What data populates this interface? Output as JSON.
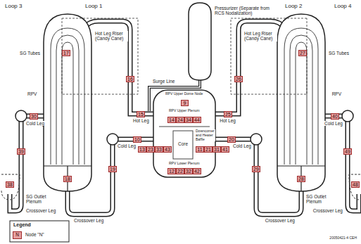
{
  "diagram": {
    "nodes": [
      {
        "text": [
          "17"
        ]
      },
      {
        "text": [
          "27"
        ]
      },
      {
        "text": [
          "16"
        ]
      },
      {
        "text": [
          "26"
        ]
      },
      {
        "text": [
          "9"
        ]
      },
      {
        "text": [
          "30"
        ]
      },
      {
        "text": [
          "15"
        ]
      },
      {
        "text": [
          "14"
        ]
      },
      {
        "text": [
          "24"
        ]
      },
      {
        "text": [
          "34"
        ]
      },
      {
        "text": [
          "44"
        ]
      },
      {
        "text": [
          "25"
        ]
      },
      {
        "text": [
          "40"
        ]
      },
      {
        "text": [
          "10"
        ]
      },
      {
        "text": [
          "20"
        ]
      },
      {
        "text": [
          "13"
        ]
      },
      {
        "text": [
          "23"
        ]
      },
      {
        "text": [
          "33"
        ]
      },
      {
        "text": [
          "43"
        ]
      },
      {
        "text": [
          "11"
        ]
      },
      {
        "text": [
          "21"
        ]
      },
      {
        "text": [
          "31"
        ]
      },
      {
        "text": [
          "41"
        ]
      },
      {
        "text": [
          "39"
        ]
      },
      {
        "text": [
          "49"
        ]
      },
      {
        "text": [
          "19"
        ]
      },
      {
        "text": [
          "29"
        ]
      },
      {
        "text": [
          "12"
        ]
      },
      {
        "text": [
          "22"
        ]
      },
      {
        "text": [
          "32"
        ]
      },
      {
        "text": [
          "42"
        ]
      },
      {
        "text": [
          "18"
        ]
      },
      {
        "text": [
          "28"
        ]
      },
      {
        "text": [
          "38"
        ]
      },
      {
        "text": [
          "48"
        ]
      }
    ],
    "labels": [
      "Loop 3",
      "Loop 1",
      "Pressurizer (Separate from RCS Nodalization)",
      "Loop 2",
      "Loop 4",
      "Hot Leg Riser (Candy Cane)",
      "Hot Leg Riser (Candy Cane)",
      "SG Tubes",
      "SG Tubes",
      "RPV",
      "RPV",
      "Surge Line",
      "Hot Leg",
      "Hot Leg",
      "Cold Leg",
      "Cold Leg",
      "Cold Leg",
      "Cold Leg",
      "Core",
      "RPV Upper Dome Node",
      "RPV Upper Plenum",
      "Downcomer and Heater Baffle",
      "RPV Lower Plenum",
      "SG Outlet Plenum",
      "SG Outlet Plenum",
      "Crossover Leg",
      "Crossover Leg",
      "Crossover Leg",
      "Crossover Leg",
      "Legend",
      "N",
      "20050421-4 CEH"
    ],
    "legend": [
      {
        "text": "Node \"N\"",
        "color": "#e6a0a0"
      }
    ]
  }
}
